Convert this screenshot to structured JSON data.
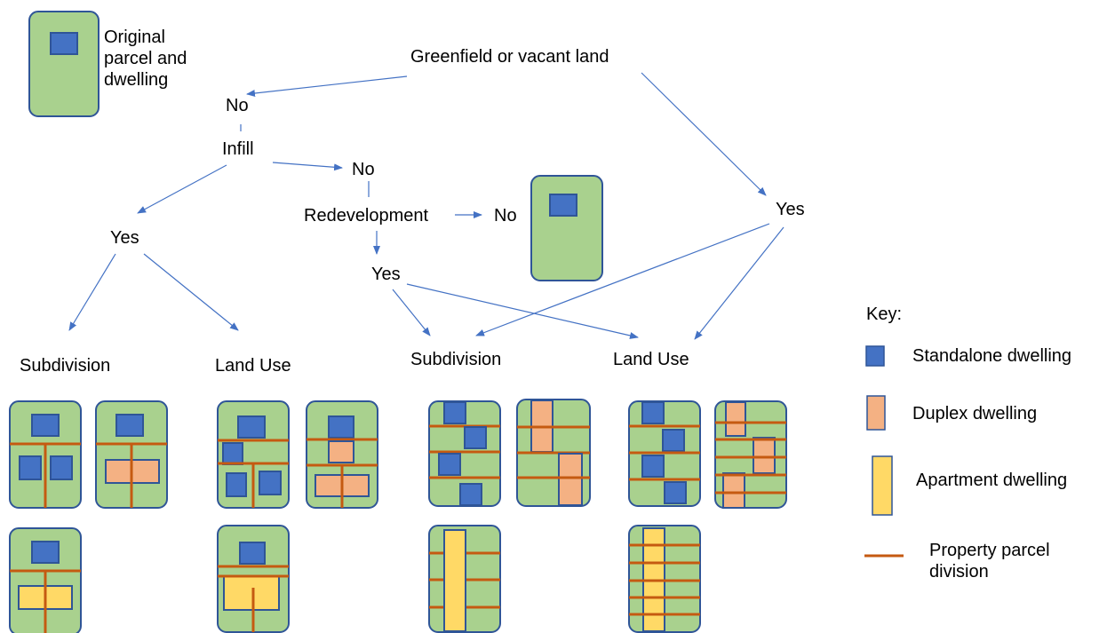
{
  "legend_parcel_label": "Original parcel and dwelling",
  "nodes": {
    "greenfield": "Greenfield or vacant land",
    "no_greenfield": "No",
    "infill": "Infill",
    "no_infill": "No",
    "yes_infill": "Yes",
    "redevelopment": "Redevelopment",
    "no_redevelopment": "No",
    "yes_redevelopment": "Yes",
    "yes_greenfield": "Yes"
  },
  "outcomes": {
    "subdivision_1": "Subdivision",
    "land_use_1": "Land Use",
    "subdivision_2": "Subdivision",
    "land_use_2": "Land Use"
  },
  "key": {
    "title": "Key:",
    "items": [
      {
        "label": "Standalone dwelling",
        "color": "#4472C4"
      },
      {
        "label": "Duplex dwelling",
        "color": "#F4B183"
      },
      {
        "label": "Apartment dwelling",
        "color": "#FFD966"
      },
      {
        "label": "Property parcel division",
        "color": "#C55A11"
      }
    ]
  },
  "colors": {
    "parcel_fill": "#A9D18E",
    "parcel_stroke": "#2F5597",
    "arrow": "#4472C4",
    "division": "#C55A11"
  }
}
